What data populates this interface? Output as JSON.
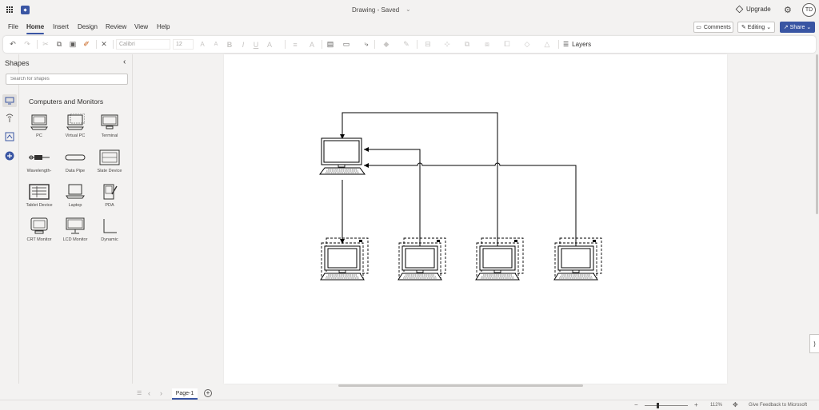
{
  "app": {
    "doc_title": "Drawing  -  Saved",
    "upgrade_label": "Upgrade",
    "avatar_initials": "TD",
    "brand_color": "#3955a3"
  },
  "tabs": [
    "File",
    "Home",
    "Insert",
    "Design",
    "Review",
    "View",
    "Help"
  ],
  "active_tab": "Home",
  "actions": {
    "comments": "Comments",
    "editing": "Editing",
    "share": "Share"
  },
  "ribbon": {
    "font_name": "Calibri",
    "font_size": "12",
    "layers_label": "Layers"
  },
  "shapes_panel": {
    "title": "Shapes",
    "search_placeholder": "Search for shapes",
    "stencil_title": "Computers and Monitors",
    "items": [
      {
        "label": "PC",
        "icon": "pc-icon"
      },
      {
        "label": "Virtual PC",
        "icon": "virtual-pc-icon"
      },
      {
        "label": "Terminal",
        "icon": "terminal-icon"
      },
      {
        "label": "Wavelength-",
        "icon": "wavelength-icon"
      },
      {
        "label": "Data Pipe",
        "icon": "data-pipe-icon"
      },
      {
        "label": "Slate Device",
        "icon": "slate-device-icon"
      },
      {
        "label": "Tablet Device",
        "icon": "tablet-device-icon"
      },
      {
        "label": "Laptop",
        "icon": "laptop-icon"
      },
      {
        "label": "PDA",
        "icon": "pda-icon"
      },
      {
        "label": "CRT Monitor",
        "icon": "crt-monitor-icon"
      },
      {
        "label": "LCD Monitor",
        "icon": "lcd-monitor-icon"
      },
      {
        "label": "Dynamic",
        "icon": "dynamic-connector-icon"
      }
    ]
  },
  "pages": {
    "current": "Page-1"
  },
  "status": {
    "zoom_minus": "−",
    "zoom_plus": "+",
    "zoom_level": "112%",
    "feedback": "Give Feedback to Microsoft"
  }
}
